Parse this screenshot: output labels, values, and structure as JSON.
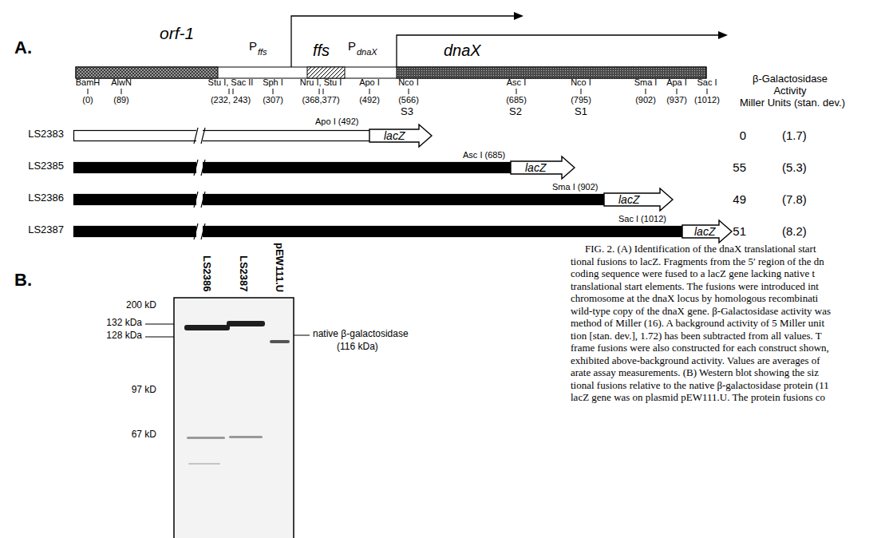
{
  "diagram": {
    "nodes": [
      {
        "text": [
          "orf-1"
        ]
      },
      {
        "text": [
          "ffs"
        ]
      },
      {
        "text": [
          "dnaX"
        ]
      },
      {
        "text": [
          "LS2383"
        ]
      },
      {
        "text": [
          "lacZ"
        ]
      },
      {
        "text": [
          "LS2385"
        ]
      },
      {
        "text": [
          "lacZ"
        ]
      },
      {
        "text": [
          "LS2386"
        ]
      },
      {
        "text": [
          "lacZ"
        ]
      },
      {
        "text": [
          "LS2387"
        ]
      },
      {
        "text": [
          "lacZ"
        ]
      }
    ],
    "labels": [
      "A.",
      "P",
      "ffs",
      "P",
      "dnaX",
      "BamH",
      "(0)",
      "AlwN",
      "(89)",
      "Stu I, Sac II",
      "(232, 243)",
      "Sph I",
      "(307)",
      "Nru I, Stu I",
      "(368,377)",
      "Apo I",
      "(492)",
      "Nco I",
      "(566)",
      "Asc I",
      "(685)",
      "Nco I",
      "(795)",
      "Sma I",
      "(902)",
      "Apa I",
      "(937)",
      "Sac I",
      "(1012)",
      "S3",
      "S2",
      "S1",
      "β-Galactosidase",
      "Activity",
      "Miller Units (stan. dev.)",
      "Apo I (492)",
      "Asc I (685)",
      "Sma I (902)",
      "Sac I (1012)",
      "0",
      "(1.7)",
      "55",
      "(5.3)",
      "49",
      "(7.8)",
      "51",
      "(8.2)",
      "B.",
      "LS2386",
      "LS2387",
      "pEW111.U",
      "200 kD",
      "132 kDa",
      "128 kDa",
      "97 kD",
      "67 kD",
      "native β-galactosidase",
      "(116 kDa)",
      "FIG. 2. (A) Identification of the dnaX translational start",
      "tional fusions to lacZ. Fragments from the 5′ region of the dn",
      "coding sequence were fused to a lacZ gene lacking native t",
      "translational start elements. The fusions were introduced int",
      "chromosome at the dnaX locus by homologous recombinati",
      "wild-type copy of the dnaX gene. β-Galactosidase activity was",
      "method of Miller (16). A background activity of 5 Miller unit",
      "tion [stan. dev.], 1.72) has been subtracted from all values. T",
      "frame fusions were also constructed for each construct shown,",
      "exhibited above-background activity. Values are averages of",
      "arate assay measurements. (B) Western blot showing the siz",
      "tional fusions relative to the native β-galactosidase protein (11",
      "lacZ gene was on plasmid pEW111.U. The protein fusions co"
    ]
  }
}
